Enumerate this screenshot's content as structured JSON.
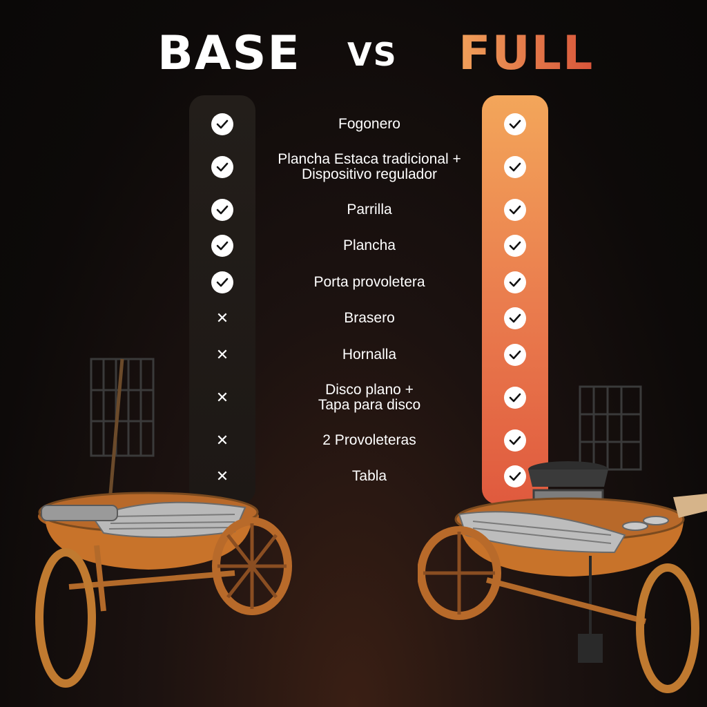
{
  "header": {
    "base": "BASE",
    "vs": "VS",
    "full": "FULL"
  },
  "colors": {
    "full_accent_top": "#f3a65a",
    "full_accent_bottom": "#e05a3e",
    "base_column": "#231e1a",
    "rust": "#c8732a"
  },
  "rows": [
    {
      "label": "Fogonero",
      "base": "check",
      "full": "check"
    },
    {
      "label": "Plancha Estaca tradicional +\nDispositivo regulador",
      "base": "check",
      "full": "check"
    },
    {
      "label": "Parrilla",
      "base": "check",
      "full": "check"
    },
    {
      "label": "Plancha",
      "base": "check",
      "full": "check"
    },
    {
      "label": "Porta provoletera",
      "base": "check",
      "full": "check"
    },
    {
      "label": "Brasero",
      "base": "cross",
      "full": "check"
    },
    {
      "label": "Hornalla",
      "base": "cross",
      "full": "check"
    },
    {
      "label": "Disco plano +\nTapa para disco",
      "base": "cross",
      "full": "check"
    },
    {
      "label": "2 Provoleteras",
      "base": "cross",
      "full": "check"
    },
    {
      "label": "Tabla",
      "base": "cross",
      "full": "check"
    }
  ],
  "icons": {
    "check": "check-circle-icon",
    "cross": "cross-icon"
  }
}
